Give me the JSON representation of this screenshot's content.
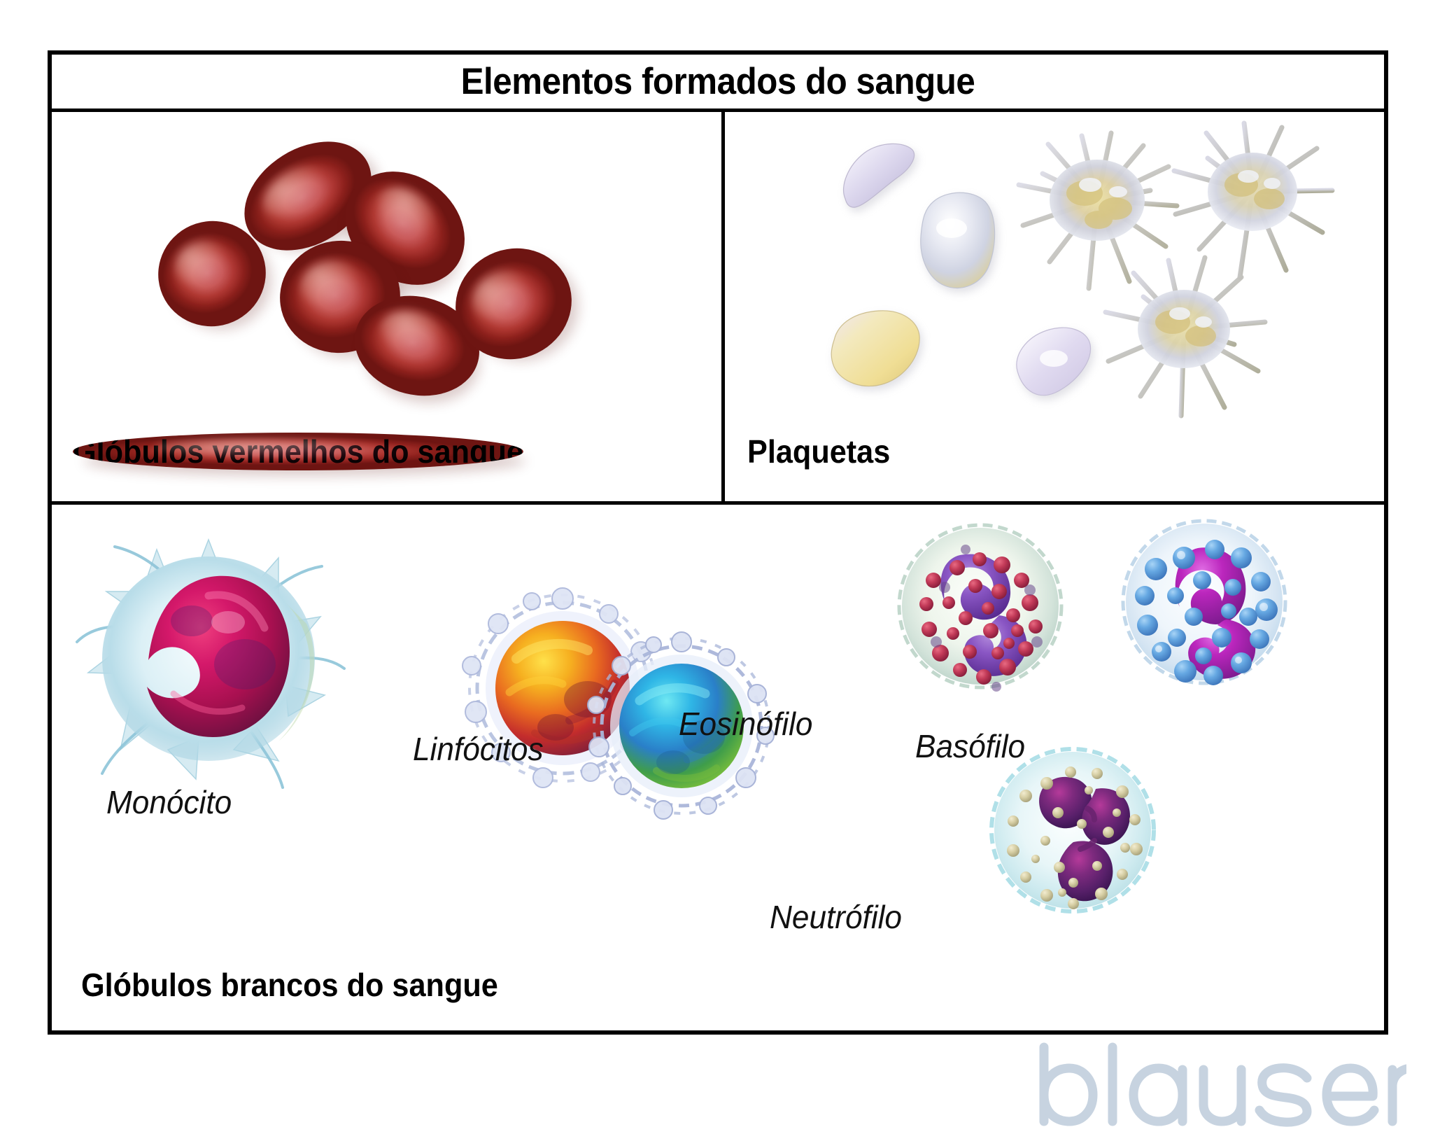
{
  "figure": {
    "title": "Elementos formados do sangue",
    "language": "pt-BR",
    "watermark": "blausen"
  },
  "panels": {
    "red_blood_cells": {
      "label": "Glóbulos vermelhos do sangue",
      "position": "top-left",
      "cell_count_shown": 6,
      "colors": {
        "rim": "#8d201b",
        "body": "#c14a3c",
        "center": "#dd8477"
      }
    },
    "platelets": {
      "label": "Plaquetas",
      "position": "top-right",
      "resting_count_shown": 4,
      "activated_count_shown": 3,
      "colors": {
        "resting": "#e6e3f0",
        "cream": "#efe0a8",
        "activated_core": "#d8c277",
        "spikes": "#b9b8a4"
      }
    },
    "white_blood_cells": {
      "label": "Glóbulos brancos do sangue",
      "position": "bottom",
      "cells": [
        {
          "name": "Monócito",
          "name_style": "italic",
          "nucleus": "kidney-shaped",
          "nucleus_color": "#c21a5a",
          "cytoplasm_color": "#cfe6ee"
        },
        {
          "name": "Linfócitos",
          "name_style": "italic",
          "count_shown": 2,
          "nucleus": "large round",
          "nucleus_color_1": "#f0a51e",
          "nucleus_color_2": "#2a9fd6",
          "cytoplasm_color": "#d8dcef"
        },
        {
          "name": "Eosinófilo",
          "name_style": "italic",
          "nucleus": "bilobed",
          "nucleus_color": "#7b3fa8",
          "granule_color": "#b5345a",
          "cytoplasm_color": "#e4ece4"
        },
        {
          "name": "Basófilo",
          "name_style": "italic",
          "nucleus": "bilobed",
          "nucleus_color": "#b328b4",
          "granule_color": "#5b9bdc",
          "cytoplasm_color": "#dfeaf2"
        },
        {
          "name": "Neutrófilo",
          "name_style": "italic",
          "nucleus": "multilobed",
          "nucleus_color": "#6e2766",
          "granule_color": "#cfc8a4",
          "cytoplasm_color": "#d6ecef"
        }
      ]
    }
  },
  "frame": {
    "border_color": "#000000",
    "background": "#ffffff"
  }
}
